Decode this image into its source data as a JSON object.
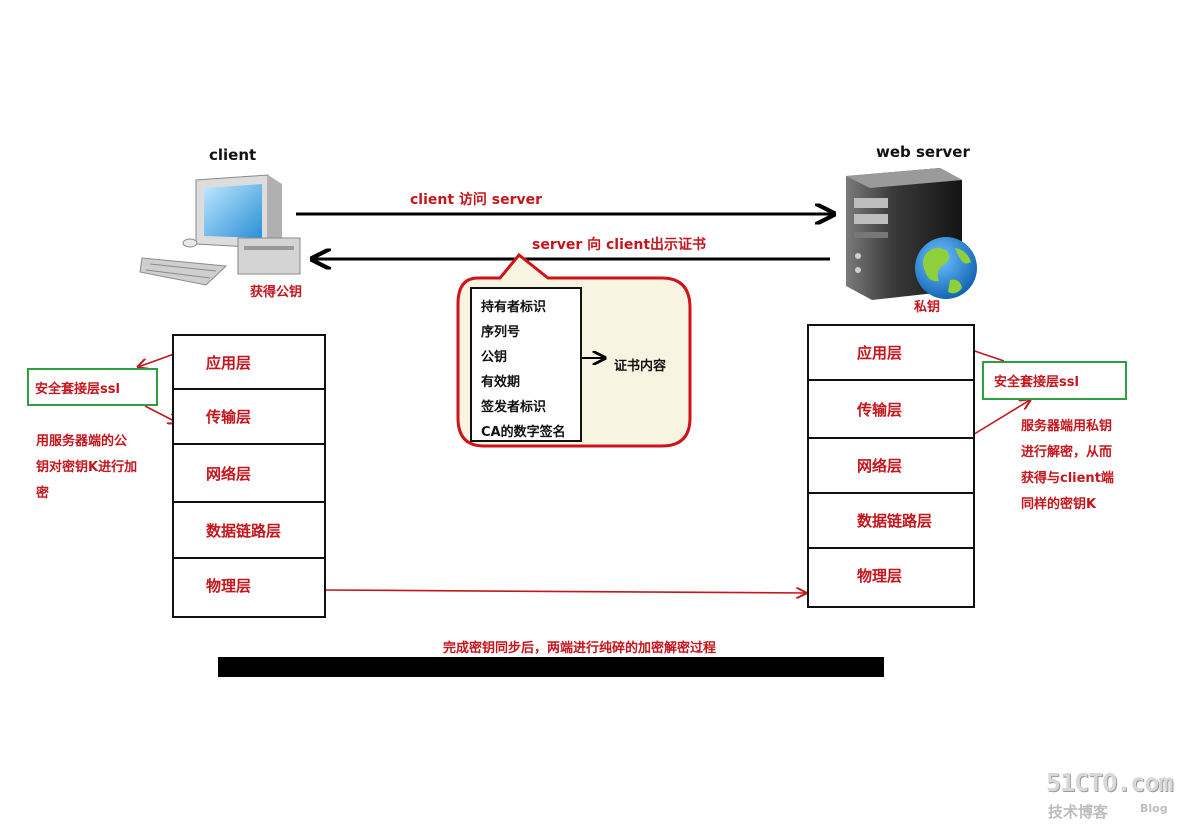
{
  "client": {
    "label": "client",
    "got_public_key": "获得公钥"
  },
  "server": {
    "label": "web server",
    "private_key": "私钥"
  },
  "arrows": {
    "request": "client 访问 server",
    "response": "server 向 client出示证书"
  },
  "certificate": {
    "fields": [
      "持有者标识",
      "序列号",
      "公钥",
      "有效期",
      "签发者标识",
      "CA的数字签名"
    ],
    "summary": "证书内容"
  },
  "layers": [
    "应用层",
    "传输层",
    "网络层",
    "数据链路层",
    "物理层"
  ],
  "ssl_label": "安全套接层ssl",
  "client_note": [
    "用服务器端的公",
    "钥对密钥K进行加",
    "密"
  ],
  "server_note": [
    "服务器端用私钥",
    "进行解密，从而",
    "获得与client端",
    "同样的密钥K"
  ],
  "bottom_note": "完成密钥同步后，两端进行纯碎的加密解密过程",
  "watermark": {
    "brand": "51CTO.com",
    "sub": "技术博客",
    "blog": "Blog"
  },
  "colors": {
    "accent_red": "#c4161c",
    "ssl_green": "#2e9e3e",
    "bubble_fill": "#f8f4e2"
  }
}
